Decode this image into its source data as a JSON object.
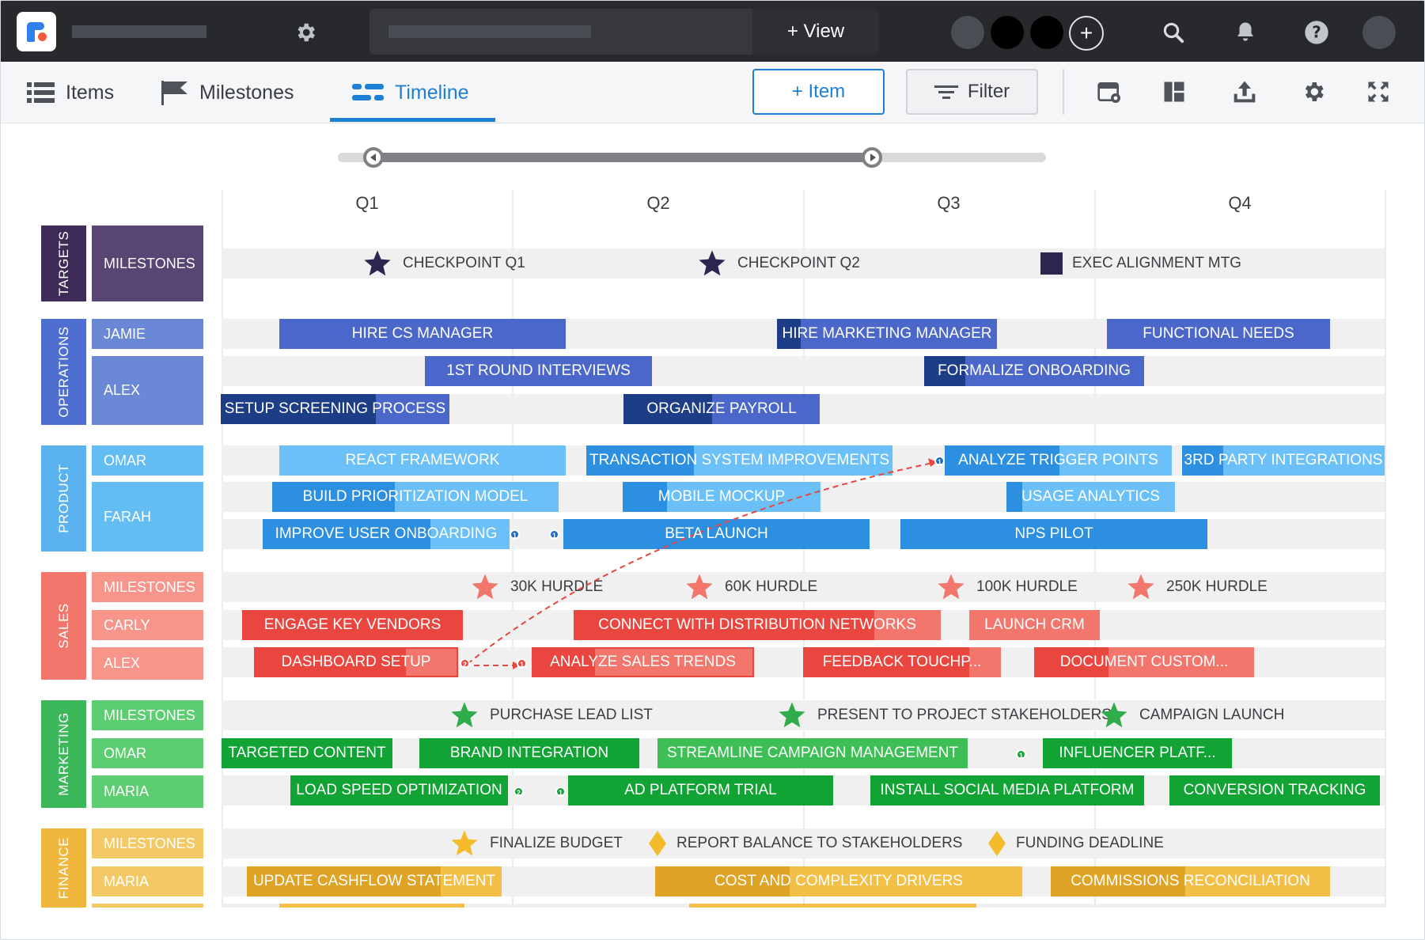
{
  "topbar": {
    "view_button": "+ View"
  },
  "nav": {
    "tabs": [
      {
        "label": "Items",
        "icon": "list-icon"
      },
      {
        "label": "Milestones",
        "icon": "flag-icon"
      },
      {
        "label": "Timeline",
        "icon": "timeline-icon",
        "active": true
      }
    ],
    "item_button": "+ Item",
    "filter_button": "Filter"
  },
  "timeline": {
    "quarters": [
      "Q1",
      "Q2",
      "Q3",
      "Q4"
    ],
    "slider": {
      "start_fraction": 0.05,
      "end_fraction": 0.75
    }
  },
  "groups": [
    {
      "label": "TARGETS",
      "color": "#3f2b58",
      "rows": [
        {
          "label": "MILESTONES",
          "color": "#574574"
        }
      ]
    },
    {
      "label": "OPERATIONS",
      "color": "#4f6fd0",
      "rows": [
        {
          "label": "JAMIE",
          "color": "#6b88d6"
        },
        {
          "label": "ALEX",
          "color": "#6b88d6"
        }
      ]
    },
    {
      "label": "PRODUCT",
      "color": "#5ab2ee",
      "rows": [
        {
          "label": "OMAR",
          "color": "#63bdf3"
        },
        {
          "label": "FARAH",
          "color": "#63bdf3"
        }
      ]
    },
    {
      "label": "SALES",
      "color": "#f2766b",
      "rows": [
        {
          "label": "MILESTONES",
          "color": "#f7958b"
        },
        {
          "label": "CARLY",
          "color": "#f7958b"
        },
        {
          "label": "ALEX",
          "color": "#f7958b"
        }
      ]
    },
    {
      "label": "MARKETING",
      "color": "#3cb75a",
      "rows": [
        {
          "label": "MILESTONES",
          "color": "#5ccd70"
        },
        {
          "label": "OMAR",
          "color": "#5ccd70"
        },
        {
          "label": "MARIA",
          "color": "#5ccd70"
        }
      ]
    },
    {
      "label": "FINANCE",
      "color": "#f0b73f",
      "rows": [
        {
          "label": "MILESTONES",
          "color": "#f3c965"
        },
        {
          "label": "MARIA",
          "color": "#f3c965"
        }
      ]
    }
  ],
  "milestones": {
    "targets": [
      {
        "label": "CHECKPOINT Q1",
        "shape": "star",
        "color": "#2e2450"
      },
      {
        "label": "CHECKPOINT Q2",
        "shape": "star",
        "color": "#2e2450"
      },
      {
        "label": "EXEC ALIGNMENT MTG",
        "shape": "square",
        "color": "#2e2450"
      }
    ],
    "sales": [
      {
        "label": "30K HURDLE",
        "shape": "star",
        "color": "#f2766b"
      },
      {
        "label": "60K HURDLE",
        "shape": "star",
        "color": "#f2766b"
      },
      {
        "label": "100K HURDLE",
        "shape": "star",
        "color": "#f2766b"
      },
      {
        "label": "250K HURDLE",
        "shape": "star",
        "color": "#f2766b"
      }
    ],
    "marketing": [
      {
        "label": "PURCHASE LEAD LIST",
        "shape": "star",
        "color": "#2fad4b"
      },
      {
        "label": "PRESENT TO PROJECT STAKEHOLDERS",
        "shape": "star",
        "color": "#2fad4b"
      },
      {
        "label": "CAMPAIGN LAUNCH",
        "shape": "star",
        "color": "#2fad4b"
      }
    ],
    "finance": [
      {
        "label": "FINALIZE BUDGET",
        "shape": "star",
        "color": "#f4bc2b"
      },
      {
        "label": "REPORT BALANCE TO STAKEHOLDERS",
        "shape": "diamond",
        "color": "#f4bc2b"
      },
      {
        "label": "FUNDING DEADLINE",
        "shape": "diamond",
        "color": "#f4bc2b"
      }
    ]
  },
  "bars": {
    "ops_jamie": [
      "HIRE CS MANAGER",
      "HIRE MARKETING MANAGER",
      "FUNCTIONAL NEEDS"
    ],
    "ops_alex_1": [
      "1ST ROUND INTERVIEWS",
      "FORMALIZE ONBOARDING"
    ],
    "ops_alex_2": [
      "SETUP SCREENING PROCESS",
      "ORGANIZE PAYROLL"
    ],
    "prod_omar": [
      "REACT FRAMEWORK",
      "TRANSACTION SYSTEM IMPROVEMENTS",
      "ANALYZE TRIGGER POINTS",
      "3RD PARTY INTEGRATIONS"
    ],
    "prod_farah_1": [
      "BUILD PRIORITIZATION MODEL",
      "MOBILE MOCKUP",
      "USAGE ANALYTICS"
    ],
    "prod_farah_2": [
      "IMPROVE USER ONBOARDING",
      "BETA LAUNCH",
      "NPS PILOT"
    ],
    "sales_carly": [
      "ENGAGE KEY VENDORS",
      "CONNECT WITH DISTRIBUTION NETWORKS",
      "LAUNCH CRM"
    ],
    "sales_alex": [
      "DASHBOARD SETUP",
      "ANALYZE SALES TRENDS",
      "FEEDBACK TOUCHP...",
      "DOCUMENT CUSTOM..."
    ],
    "mkt_omar": [
      "TARGETED CONTENT",
      "BRAND INTEGRATION",
      "STREAMLINE CAMPAIGN MANAGEMENT",
      "INFLUENCER PLATF..."
    ],
    "mkt_maria": [
      "LOAD SPEED OPTIMIZATION",
      "AD PLATFORM TRIAL",
      "INSTALL SOCIAL MEDIA PLATFORM",
      "CONVERSION TRACKING"
    ],
    "fin_maria": [
      "UPDATE CASHFLOW STATEMENT",
      "COST AND COMPLEXITY DRIVERS",
      "COMMISSIONS RECONCILIATION"
    ]
  },
  "dependency_badges": [
    "1",
    "1",
    "1",
    "2",
    "1",
    "1",
    "2",
    "1"
  ]
}
